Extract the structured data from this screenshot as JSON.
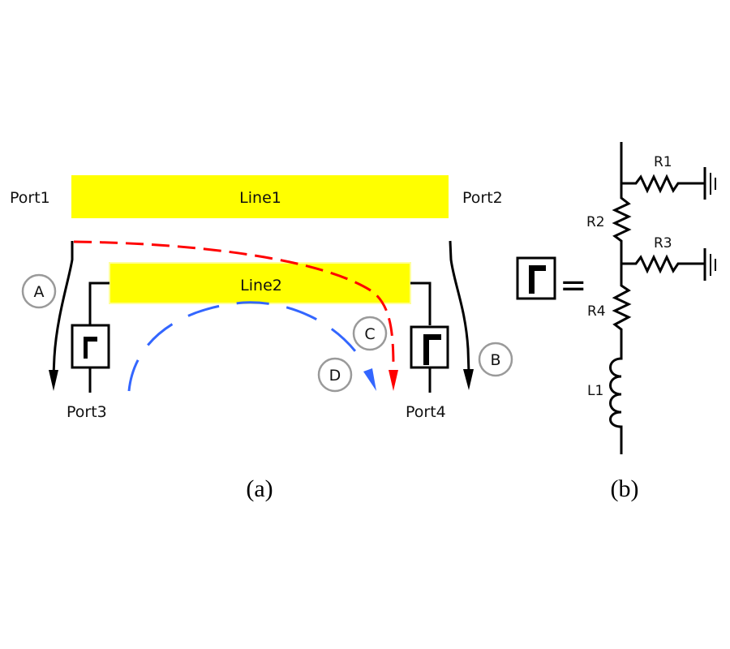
{
  "figure_a": {
    "caption": "(a)",
    "ports": {
      "port1": "Port1",
      "port2": "Port2",
      "port3": "Port3",
      "port4": "Port4"
    },
    "lines": {
      "line1": "Line1",
      "line2": "Line2"
    },
    "line_color": "#ffff00",
    "terminations": {
      "left": "Γ",
      "right": "Γ"
    },
    "paths": [
      {
        "id": "A",
        "label": "A",
        "color": "#000000",
        "label_color": "#000000",
        "style": "solid",
        "description": "Port1 to Port3"
      },
      {
        "id": "B",
        "label": "B",
        "color": "#000000",
        "label_color": "#000000",
        "style": "solid",
        "description": "Port2 to Port4"
      },
      {
        "id": "C",
        "label": "C",
        "color": "#ff0000",
        "label_color": "#ff0000",
        "style": "dashed",
        "description": "Port1 to Port4"
      },
      {
        "id": "D",
        "label": "D",
        "color": "#3366ff",
        "label_color": "#1a8fd0",
        "style": "dashed",
        "description": "Port3 to Port4"
      }
    ],
    "circle_border_color": "#9a9a9a"
  },
  "figure_b": {
    "caption": "(b)",
    "gamma_symbol": "Γ",
    "equals": "=",
    "components": {
      "r1": "R1",
      "r2": "R2",
      "r3": "R3",
      "r4": "R4",
      "l1": "L1"
    }
  }
}
